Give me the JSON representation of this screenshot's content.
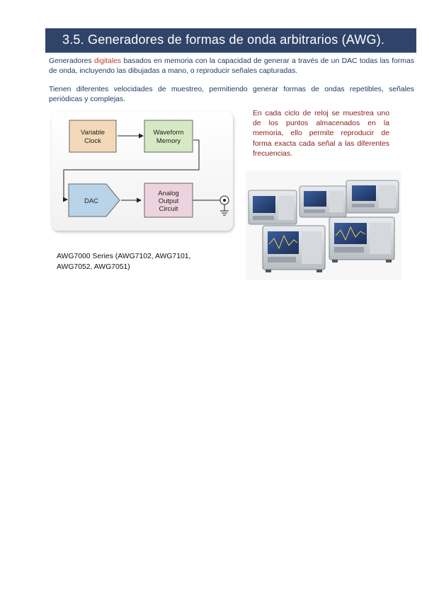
{
  "header": {
    "title": "3.5. Generadores de formas de onda arbitrarios (AWG)."
  },
  "intro": {
    "before": "Generadores ",
    "highlight": "digitales",
    "after": " basados en memoria con la capacidad de generar a través de un DAC todas las formas de onda, incluyendo las dibujadas a mano, o reproducir señales capturadas."
  },
  "paragraph2": "Tienen diferentes velocidades de muestreo, permitiendo generar formas de ondas repetibles, señales periódicas y complejas.",
  "side_note": "En cada ciclo de reloj se muestrea uno de los puntos almacenados en la memoria, ello permite reproducir de forma exacta cada señal a las diferentes frecuencias.",
  "diagram": {
    "blocks": {
      "clock": [
        "Variable",
        "Clock"
      ],
      "memory": [
        "Waveform",
        "Memory"
      ],
      "dac": "DAC",
      "output": [
        "Analog",
        "Output",
        "Circuit"
      ]
    },
    "colors": {
      "clock": "#f4d9b8",
      "memory": "#d6e8c4",
      "dac": "#b9d3e8",
      "output": "#ecd3dd"
    }
  },
  "caption": {
    "line1": "AWG7000 Series (AWG7102, AWG7101,",
    "line2": "AWG7052, AWG7051)"
  },
  "colors": {
    "title_bar": "#2f4468",
    "body_text": "#1f3a66",
    "highlight": "#c0392b",
    "note_text": "#8b1a1a"
  }
}
